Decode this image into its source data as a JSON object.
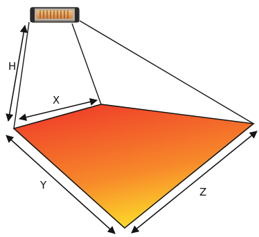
{
  "labels": {
    "height": "H",
    "width": "X",
    "depth": "Y",
    "diagonal": "Z"
  },
  "colors": {
    "floor_top": "#f0472a",
    "floor_mid": "#f7882a",
    "floor_bottom": "#fde02a",
    "lines": "#151515",
    "heater_body": "#b9b0a4",
    "heater_grille": "#e9a25a"
  },
  "icons": {
    "heater": "heater-icon"
  }
}
